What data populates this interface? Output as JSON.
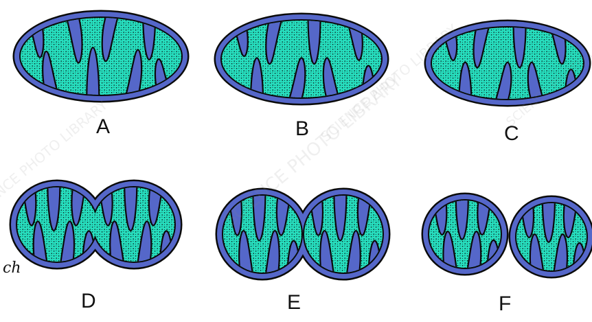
{
  "figure": {
    "colors": {
      "membrane": "#5567c9",
      "matrix": "#27e0c0",
      "outline": "#0a0a0a",
      "dots": "#0b1d1a",
      "background": "#ffffff"
    },
    "panels": [
      {
        "id": "A",
        "label": "A",
        "shape": "oval"
      },
      {
        "id": "B",
        "label": "B",
        "shape": "oval"
      },
      {
        "id": "C",
        "label": "C",
        "shape": "oval"
      },
      {
        "id": "D",
        "label": "D",
        "shape": "constricting"
      },
      {
        "id": "E",
        "label": "E",
        "shape": "deeply-constricted"
      },
      {
        "id": "F",
        "label": "F",
        "shape": "separated"
      }
    ],
    "signature": "ch",
    "watermark": "SCIENCE PHOTO LIBRARY"
  }
}
